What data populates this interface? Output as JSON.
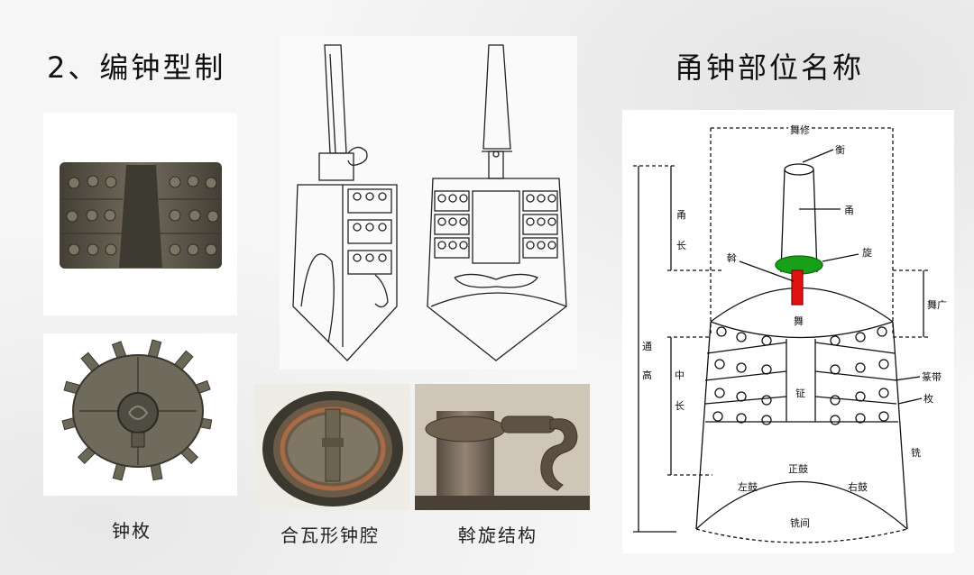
{
  "titles": {
    "left": "2、编钟型制",
    "right": "甬钟部位名称"
  },
  "captions": {
    "zhongmei": "钟枚",
    "hewa": "合瓦形钟腔",
    "guanxuan": "斡旋结构"
  },
  "diagram_labels": {
    "wuxiu": "舞修",
    "heng": "衡",
    "yong": "甬",
    "yongchang_1": "甬",
    "yongchang_2": "长",
    "wo": "斡",
    "xuan": "旋",
    "wu": "舞",
    "wuguang": "舞广",
    "tonggao_1": "通",
    "tonggao_2": "高",
    "zhongchang_1": "中",
    "zhongchang_2": "长",
    "zheng": "钲",
    "zhuandai": "篆带",
    "mei": "枚",
    "xian": "铣",
    "zhenggu": "正鼓",
    "zuogu": "左鼓",
    "yougu": "右鼓",
    "xianjian": "铣间"
  },
  "colors": {
    "xuan_ring": "#19a019",
    "wo_bar": "#e01212"
  }
}
